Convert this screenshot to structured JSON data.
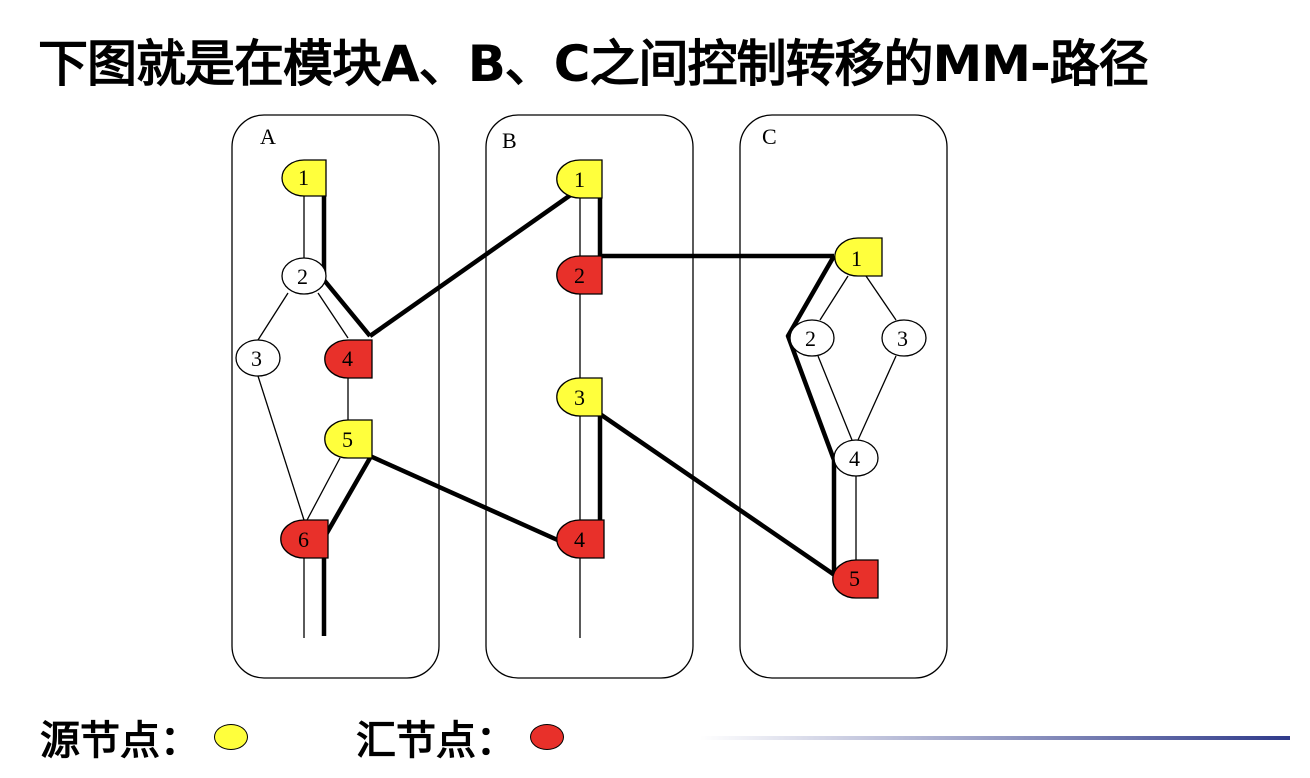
{
  "title": "下图就是在模块A、B、C之间控制转移的MM-路径",
  "modules": [
    {
      "label": "A",
      "nodes": [
        "1",
        "2",
        "3",
        "4",
        "5",
        "6"
      ]
    },
    {
      "label": "B",
      "nodes": [
        "1",
        "2",
        "3",
        "4"
      ]
    },
    {
      "label": "C",
      "nodes": [
        "1",
        "2",
        "3",
        "4",
        "5"
      ]
    }
  ],
  "legend": {
    "source": {
      "label": "源节点：",
      "color": "#ffff3c"
    },
    "sink": {
      "label": "汇节点：",
      "color": "#e8302a"
    }
  }
}
